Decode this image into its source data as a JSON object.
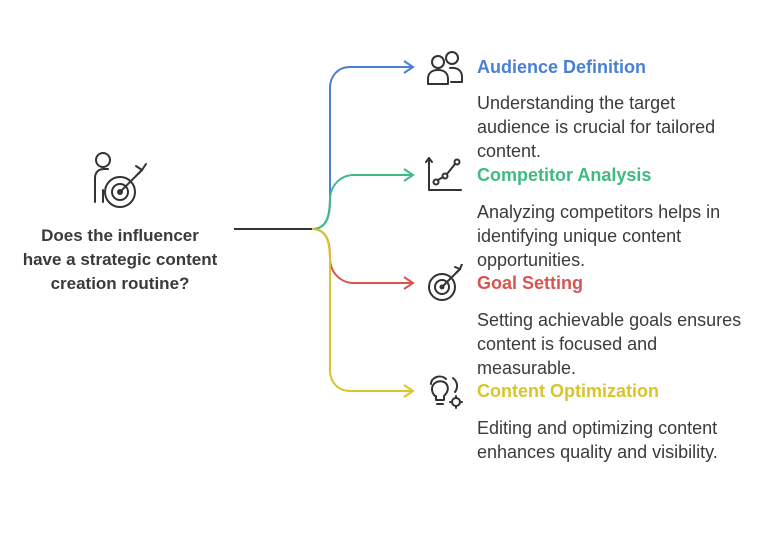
{
  "central": {
    "question": "Does the influencer have a strategic content creation routine?",
    "icon": "person-target-icon"
  },
  "branches": [
    {
      "title": "Audience Definition",
      "description": "Understanding the target audience is crucial for tailored content.",
      "color": "#4a7fd6",
      "icon": "users-icon"
    },
    {
      "title": "Competitor Analysis",
      "description": "Analyzing competitors helps in identifying unique content opportunities.",
      "color": "#3fba84",
      "icon": "line-chart-icon"
    },
    {
      "title": "Goal Setting",
      "description": "Setting achievable goals ensures content is focused and measurable.",
      "color": "#d9534f",
      "icon": "target-icon"
    },
    {
      "title": "Content Optimization",
      "description": "Editing and optimizing content enhances quality and visibility.",
      "color": "#d6c62a",
      "icon": "lightbulb-gear-icon"
    }
  ],
  "connector_color": "#333333"
}
